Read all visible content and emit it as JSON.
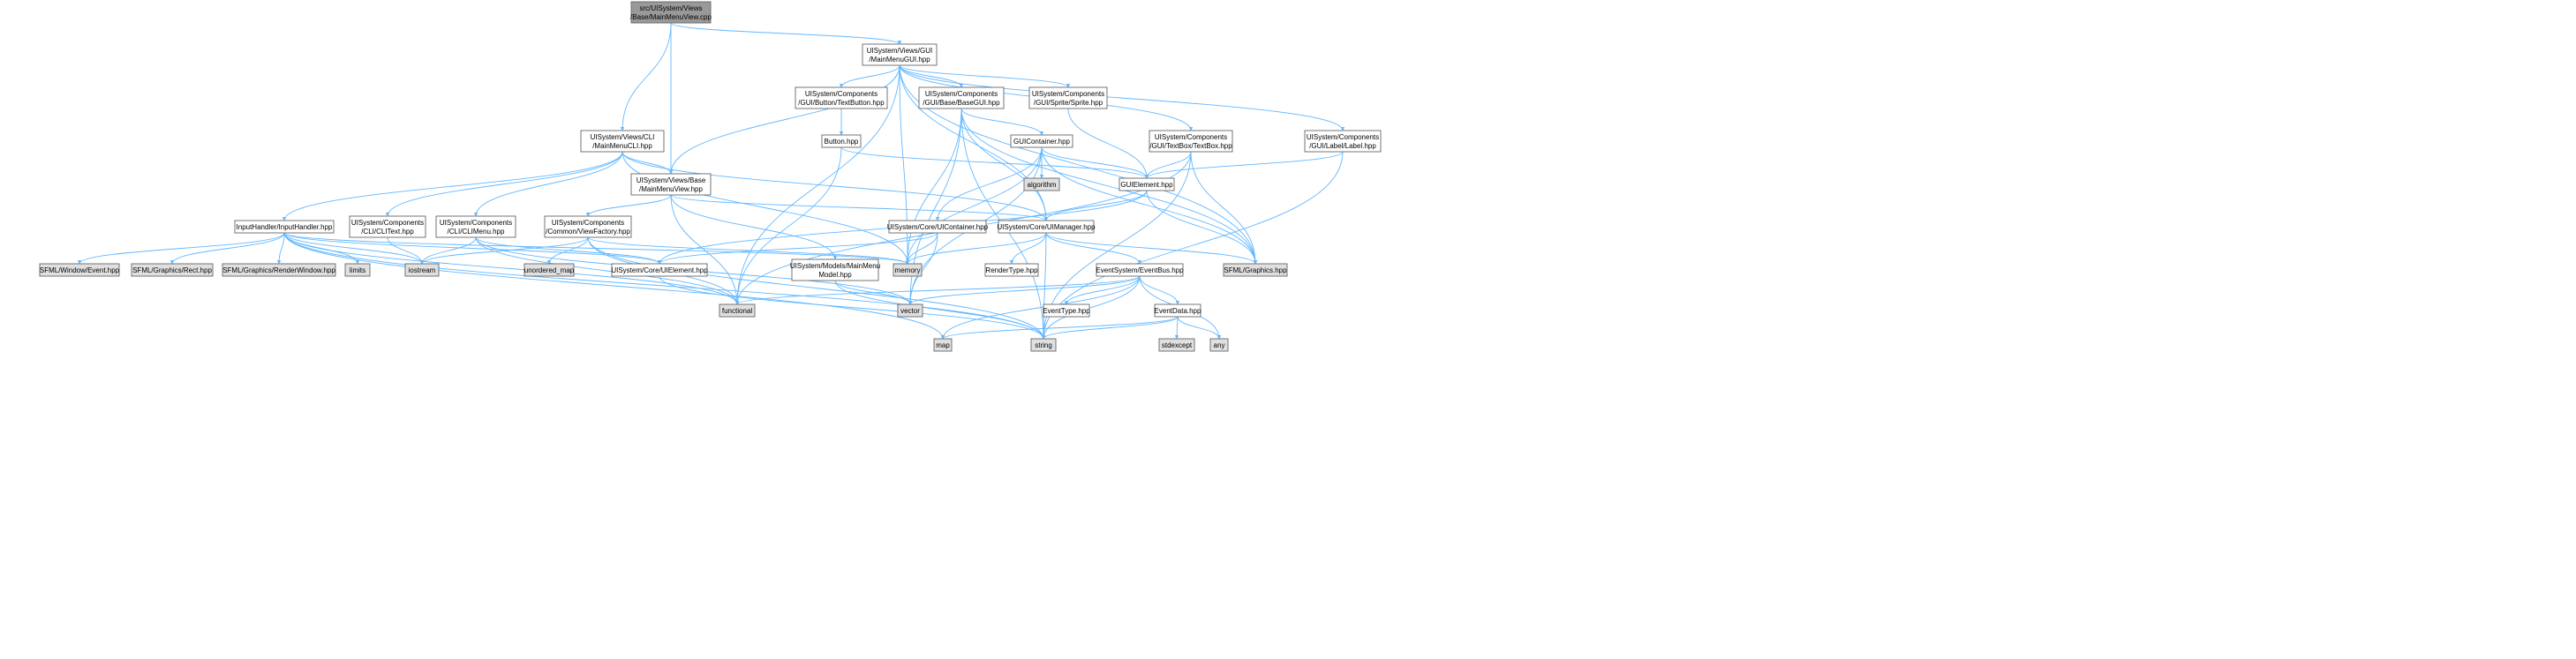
{
  "colors": {
    "edge": "#63b8ff",
    "root_fill": "#999999",
    "project_fill": "#ffffff",
    "system_fill": "#e0e0e0",
    "border": "#666666"
  },
  "nodes": [
    {
      "id": "n_root",
      "kind": "root",
      "lines": [
        "src/UISystem/Views",
        "/Base/MainMenuView.cpp"
      ]
    },
    {
      "id": "n_mmgui",
      "kind": "project",
      "lines": [
        "UISystem/Views/GUI",
        "/MainMenuGUI.hpp"
      ]
    },
    {
      "id": "n_textbutton",
      "kind": "project",
      "lines": [
        "UISystem/Components",
        "/GUI/Button/TextButton.hpp"
      ]
    },
    {
      "id": "n_basegui",
      "kind": "project",
      "lines": [
        "UISystem/Components",
        "/GUI/Base/BaseGUI.hpp"
      ]
    },
    {
      "id": "n_sprite",
      "kind": "project",
      "lines": [
        "UISystem/Components",
        "/GUI/Sprite/Sprite.hpp"
      ]
    },
    {
      "id": "n_button",
      "kind": "project",
      "lines": [
        "Button.hpp"
      ]
    },
    {
      "id": "n_guicontainer",
      "kind": "project",
      "lines": [
        "GUIContainer.hpp"
      ]
    },
    {
      "id": "n_textbox",
      "kind": "project",
      "lines": [
        "UISystem/Components",
        "/GUI/TextBox/TextBox.hpp"
      ]
    },
    {
      "id": "n_label",
      "kind": "project",
      "lines": [
        "UISystem/Components",
        "/GUI/Label/Label.hpp"
      ]
    },
    {
      "id": "n_algorithm",
      "kind": "system",
      "lines": [
        "algorithm"
      ]
    },
    {
      "id": "n_guielement",
      "kind": "project",
      "lines": [
        "GUIElement.hpp"
      ]
    },
    {
      "id": "n_mmcli",
      "kind": "project",
      "lines": [
        "UISystem/Views/CLI",
        "/MainMenuCLI.hpp"
      ]
    },
    {
      "id": "n_mmview",
      "kind": "project",
      "lines": [
        "UISystem/Views/Base",
        "/MainMenuView.hpp"
      ]
    },
    {
      "id": "n_inputhandler",
      "kind": "project",
      "lines": [
        "InputHandler/InputHandler.hpp"
      ]
    },
    {
      "id": "n_clitext",
      "kind": "project",
      "lines": [
        "UISystem/Components",
        "/CLI/CLIText.hpp"
      ]
    },
    {
      "id": "n_climenu",
      "kind": "project",
      "lines": [
        "UISystem/Components",
        "/CLI/CLIMenu.hpp"
      ]
    },
    {
      "id": "n_viewfactory",
      "kind": "project",
      "lines": [
        "UISystem/Components",
        "/Common/ViewFactory.hpp"
      ]
    },
    {
      "id": "n_uicontainer",
      "kind": "project",
      "lines": [
        "UISystem/Core/UIContainer.hpp"
      ]
    },
    {
      "id": "n_uimanager",
      "kind": "project",
      "lines": [
        "UISystem/Core/UIManager.hpp"
      ]
    },
    {
      "id": "n_sfevent",
      "kind": "system",
      "lines": [
        "SFML/Window/Event.hpp"
      ]
    },
    {
      "id": "n_sfrect",
      "kind": "system",
      "lines": [
        "SFML/Graphics/Rect.hpp"
      ]
    },
    {
      "id": "n_sfrw",
      "kind": "system",
      "lines": [
        "SFML/Graphics/RenderWindow.hpp"
      ]
    },
    {
      "id": "n_limits",
      "kind": "system",
      "lines": [
        "limits"
      ]
    },
    {
      "id": "n_iostream",
      "kind": "system",
      "lines": [
        "iostream"
      ]
    },
    {
      "id": "n_unordered",
      "kind": "system",
      "lines": [
        "unordered_map"
      ]
    },
    {
      "id": "n_uielement",
      "kind": "project",
      "lines": [
        "UISystem/Core/UIElement.hpp"
      ]
    },
    {
      "id": "n_memory",
      "kind": "system",
      "lines": [
        "memory"
      ]
    },
    {
      "id": "n_mmmodel",
      "kind": "project",
      "lines": [
        "UISystem/Models/MainMenu",
        "Model.hpp"
      ]
    },
    {
      "id": "n_rendertype",
      "kind": "project",
      "lines": [
        "RenderType.hpp"
      ]
    },
    {
      "id": "n_eventbus",
      "kind": "project",
      "lines": [
        "EventSystem/EventBus.hpp"
      ]
    },
    {
      "id": "n_sfgraphics",
      "kind": "system",
      "lines": [
        "SFML/Graphics.hpp"
      ]
    },
    {
      "id": "n_functional",
      "kind": "system",
      "lines": [
        "functional"
      ]
    },
    {
      "id": "n_vector",
      "kind": "system",
      "lines": [
        "vector"
      ]
    },
    {
      "id": "n_eventtype",
      "kind": "project",
      "lines": [
        "EventType.hpp"
      ]
    },
    {
      "id": "n_eventdata",
      "kind": "project",
      "lines": [
        "EventData.hpp"
      ]
    },
    {
      "id": "n_map",
      "kind": "system",
      "lines": [
        "map"
      ]
    },
    {
      "id": "n_string",
      "kind": "system",
      "lines": [
        "string"
      ]
    },
    {
      "id": "n_stdexcept",
      "kind": "system",
      "lines": [
        "stdexcept"
      ]
    },
    {
      "id": "n_any",
      "kind": "system",
      "lines": [
        "any"
      ]
    }
  ],
  "edges": [
    [
      "n_root",
      "n_mmgui"
    ],
    [
      "n_root",
      "n_mmcli"
    ],
    [
      "n_root",
      "n_mmview"
    ],
    [
      "n_mmgui",
      "n_textbutton"
    ],
    [
      "n_mmgui",
      "n_basegui"
    ],
    [
      "n_mmgui",
      "n_sprite"
    ],
    [
      "n_mmgui",
      "n_textbox"
    ],
    [
      "n_mmgui",
      "n_label"
    ],
    [
      "n_mmgui",
      "n_mmview"
    ],
    [
      "n_mmgui",
      "n_uimanager"
    ],
    [
      "n_mmgui",
      "n_memory"
    ],
    [
      "n_mmgui",
      "n_functional"
    ],
    [
      "n_mmgui",
      "n_sfgraphics"
    ],
    [
      "n_textbutton",
      "n_button"
    ],
    [
      "n_button",
      "n_guielement"
    ],
    [
      "n_button",
      "n_functional"
    ],
    [
      "n_basegui",
      "n_guicontainer"
    ],
    [
      "n_basegui",
      "n_uimanager"
    ],
    [
      "n_basegui",
      "n_memory"
    ],
    [
      "n_basegui",
      "n_sfgraphics"
    ],
    [
      "n_basegui",
      "n_string"
    ],
    [
      "n_basegui",
      "n_vector"
    ],
    [
      "n_sprite",
      "n_guielement"
    ],
    [
      "n_guicontainer",
      "n_algorithm"
    ],
    [
      "n_guicontainer",
      "n_guielement"
    ],
    [
      "n_guicontainer",
      "n_uicontainer"
    ],
    [
      "n_guicontainer",
      "n_memory"
    ],
    [
      "n_guicontainer",
      "n_vector"
    ],
    [
      "n_guicontainer",
      "n_sfgraphics"
    ],
    [
      "n_textbox",
      "n_guielement"
    ],
    [
      "n_textbox",
      "n_sfgraphics"
    ],
    [
      "n_textbox",
      "n_string"
    ],
    [
      "n_textbox",
      "n_functional"
    ],
    [
      "n_label",
      "n_guielement"
    ],
    [
      "n_label",
      "n_string"
    ],
    [
      "n_guielement",
      "n_uimanager"
    ],
    [
      "n_guielement",
      "n_uielement"
    ],
    [
      "n_guielement",
      "n_sfgraphics"
    ],
    [
      "n_mmcli",
      "n_mmview"
    ],
    [
      "n_mmcli",
      "n_inputhandler"
    ],
    [
      "n_mmcli",
      "n_clitext"
    ],
    [
      "n_mmcli",
      "n_climenu"
    ],
    [
      "n_mmcli",
      "n_uimanager"
    ],
    [
      "n_mmcli",
      "n_memory"
    ],
    [
      "n_mmview",
      "n_viewfactory"
    ],
    [
      "n_mmview",
      "n_uimanager"
    ],
    [
      "n_mmview",
      "n_mmmodel"
    ],
    [
      "n_mmview",
      "n_functional"
    ],
    [
      "n_inputhandler",
      "n_sfevent"
    ],
    [
      "n_inputhandler",
      "n_sfrect"
    ],
    [
      "n_inputhandler",
      "n_sfrw"
    ],
    [
      "n_inputhandler",
      "n_limits"
    ],
    [
      "n_inputhandler",
      "n_iostream"
    ],
    [
      "n_inputhandler",
      "n_uielement"
    ],
    [
      "n_inputhandler",
      "n_memory"
    ],
    [
      "n_inputhandler",
      "n_functional"
    ],
    [
      "n_inputhandler",
      "n_map"
    ],
    [
      "n_inputhandler",
      "n_string"
    ],
    [
      "n_clitext",
      "n_iostream"
    ],
    [
      "n_climenu",
      "n_iostream"
    ],
    [
      "n_climenu",
      "n_uielement"
    ],
    [
      "n_climenu",
      "n_functional"
    ],
    [
      "n_climenu",
      "n_vector"
    ],
    [
      "n_viewfactory",
      "n_unordered"
    ],
    [
      "n_viewfactory",
      "n_memory"
    ],
    [
      "n_viewfactory",
      "n_iostream"
    ],
    [
      "n_viewfactory",
      "n_functional"
    ],
    [
      "n_viewfactory",
      "n_string"
    ],
    [
      "n_uicontainer",
      "n_uielement"
    ],
    [
      "n_uicontainer",
      "n_memory"
    ],
    [
      "n_uicontainer",
      "n_vector"
    ],
    [
      "n_uimanager",
      "n_memory"
    ],
    [
      "n_uimanager",
      "n_rendertype"
    ],
    [
      "n_uimanager",
      "n_eventbus"
    ],
    [
      "n_uimanager",
      "n_sfgraphics"
    ],
    [
      "n_uimanager",
      "n_string"
    ],
    [
      "n_uielement",
      "n_string"
    ],
    [
      "n_mmmodel",
      "n_vector"
    ],
    [
      "n_mmmodel",
      "n_string"
    ],
    [
      "n_eventbus",
      "n_eventtype"
    ],
    [
      "n_eventbus",
      "n_eventdata"
    ],
    [
      "n_eventbus",
      "n_functional"
    ],
    [
      "n_eventbus",
      "n_vector"
    ],
    [
      "n_eventbus",
      "n_map"
    ],
    [
      "n_eventbus",
      "n_string"
    ],
    [
      "n_eventbus",
      "n_any"
    ],
    [
      "n_eventdata",
      "n_stdexcept"
    ],
    [
      "n_eventdata",
      "n_any"
    ],
    [
      "n_eventdata",
      "n_map"
    ],
    [
      "n_eventdata",
      "n_string"
    ]
  ]
}
